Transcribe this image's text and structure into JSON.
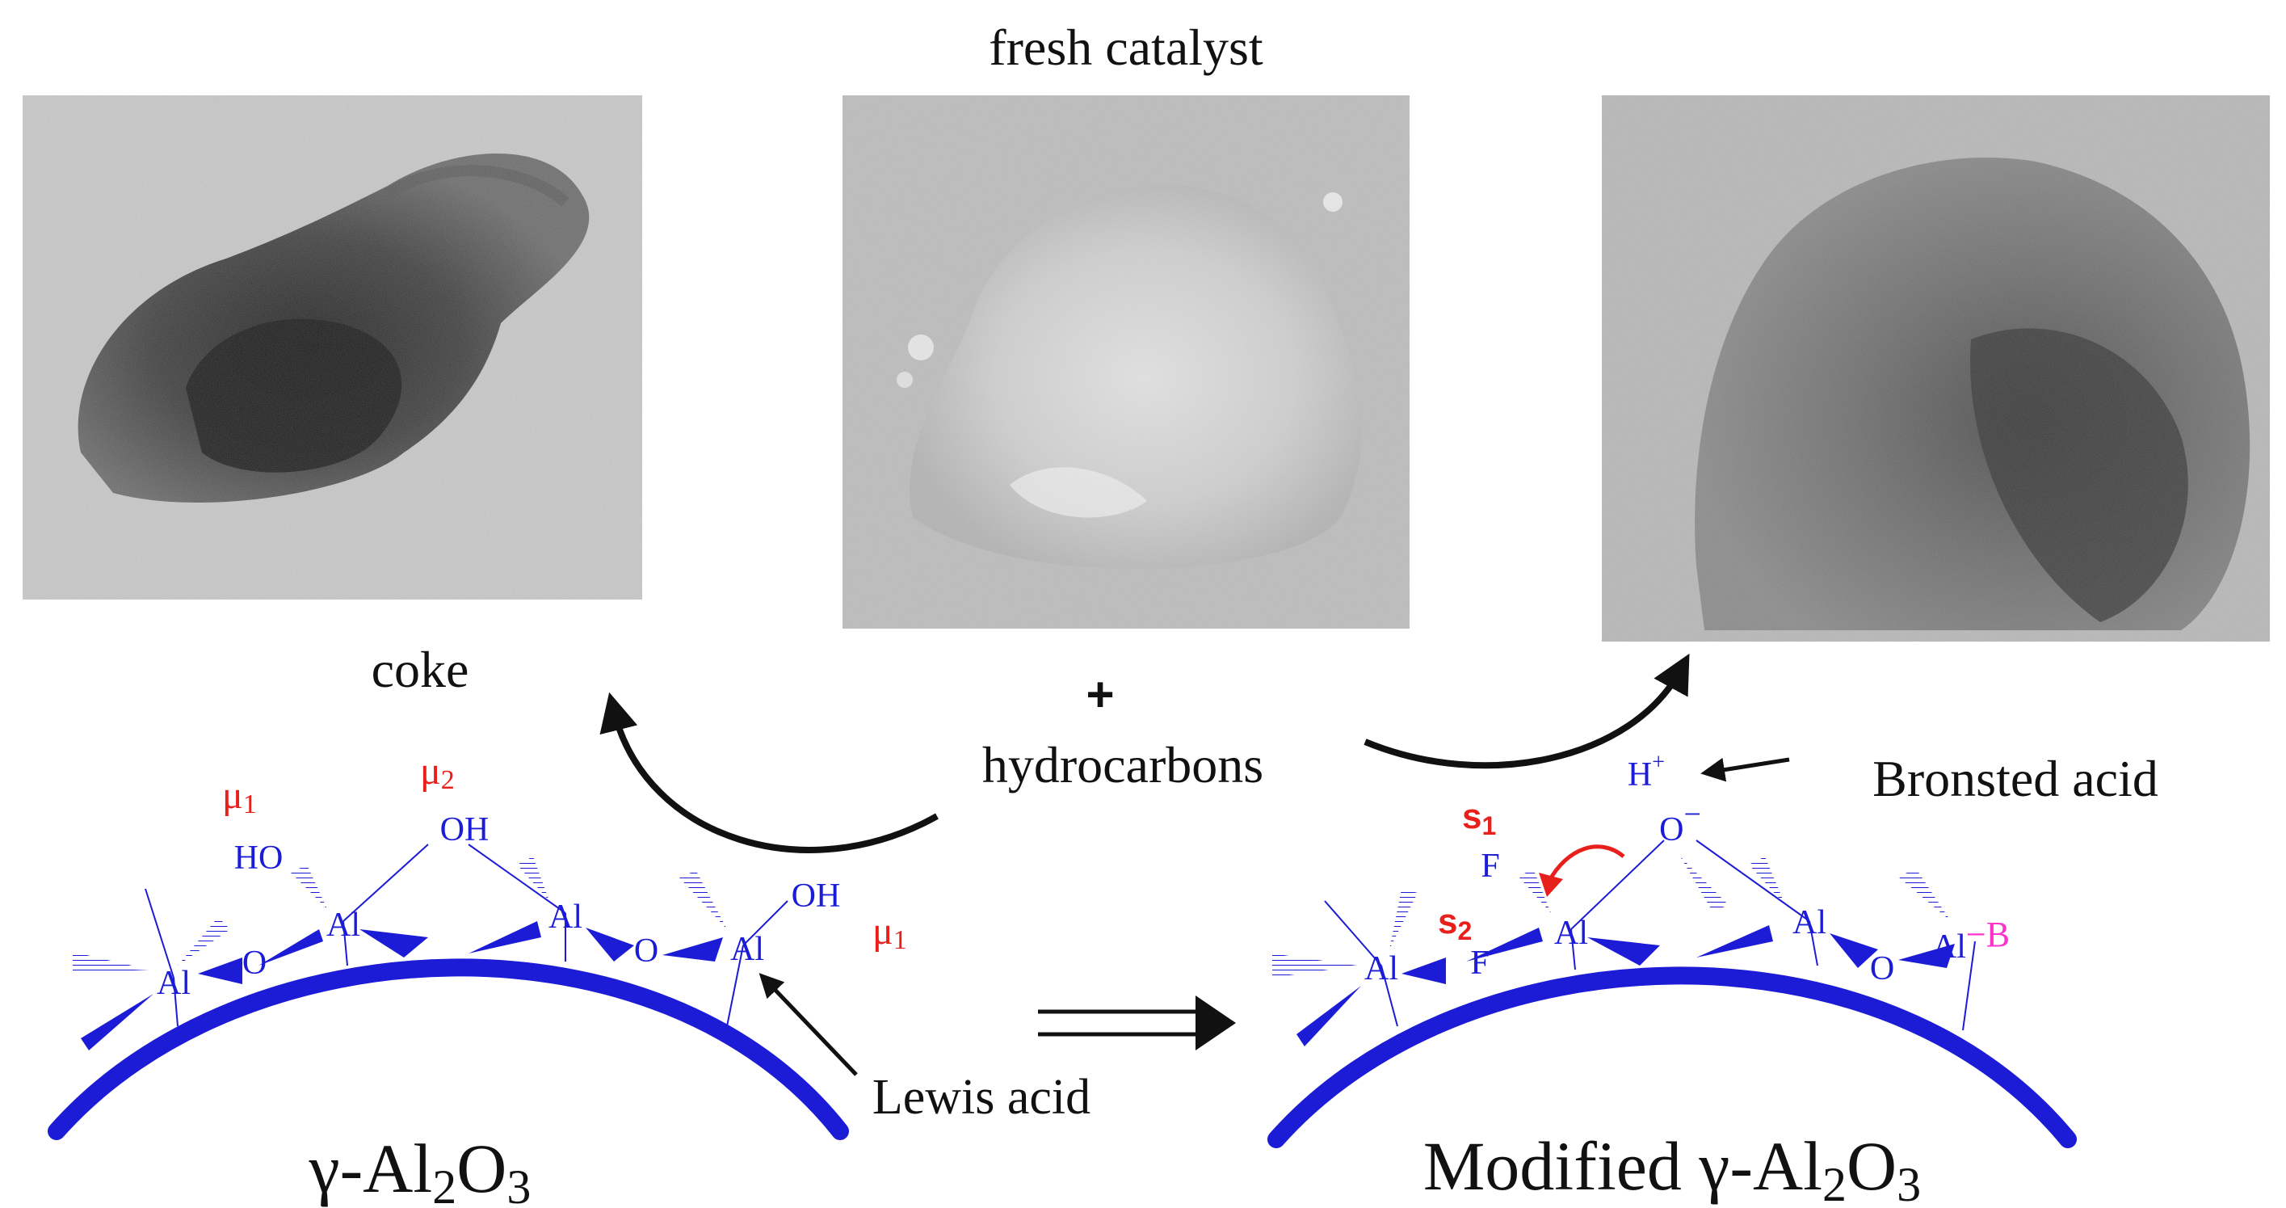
{
  "captions": {
    "fresh_catalyst": "fresh catalyst",
    "coke": "coke",
    "plus": "+",
    "hydrocarbons": "hydrocarbons",
    "bronsted_acid": "Bronsted acid",
    "lewis_acid": "Lewis acid"
  },
  "left_structure": {
    "title_prefix": "γ-Al",
    "title_sub1": "2",
    "title_mid": "O",
    "title_sub2": "3",
    "atoms": {
      "al_a": "Al",
      "al_b": "Al",
      "al_c": "Al",
      "al_d": "Al",
      "o_1": "O",
      "o_2": "O",
      "ho": "HO",
      "oh_1": "OH",
      "oh_2": "OH"
    },
    "sites": {
      "mu1_left": "μ",
      "mu1_left_sub": "1",
      "mu2": "μ",
      "mu2_sub": "2",
      "mu1_right": "μ",
      "mu1_right_sub": "1"
    }
  },
  "right_structure": {
    "title_prefix": "Modified γ-Al",
    "title_sub1": "2",
    "title_mid": "O",
    "title_sub2": "3",
    "atoms": {
      "al_a": "Al",
      "al_b": "Al",
      "al_c": "Al",
      "al_d": "Al",
      "f_1": "F",
      "f_2": "F",
      "o_bridge": "O",
      "o_minus": "O",
      "h": "H",
      "plus": "+",
      "minus": "−",
      "boron": "−B"
    },
    "sites": {
      "s1": "s",
      "s1_sub": "1",
      "s2": "s",
      "s2_sub": "2"
    }
  },
  "colors": {
    "structure_blue": "#1c1cd6",
    "site_red": "#e8201c",
    "boron_magenta": "#ff33cc",
    "text_black": "#111111"
  }
}
